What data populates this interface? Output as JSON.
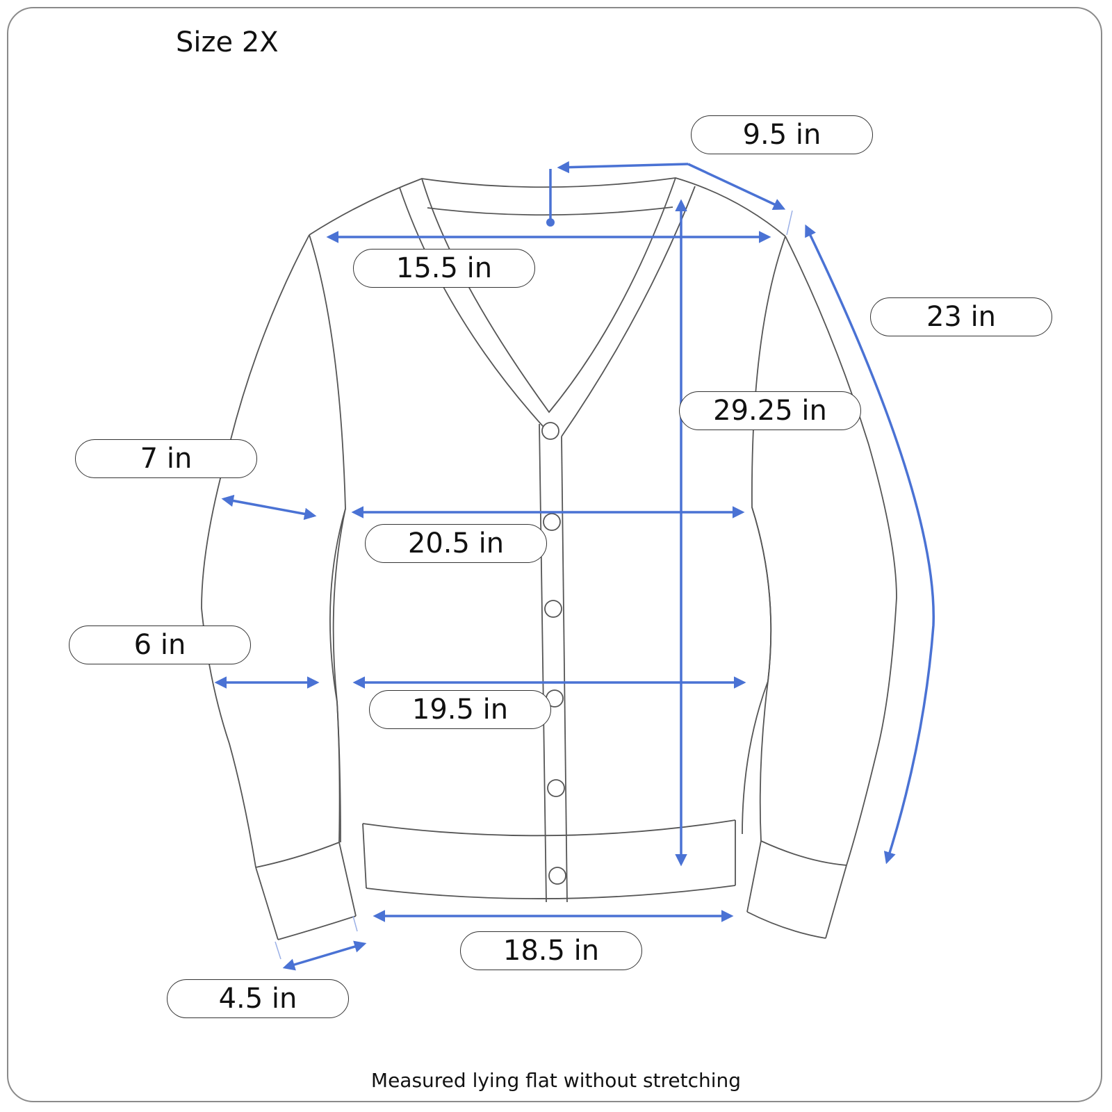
{
  "title": "Size 2X",
  "footer": "Measured lying flat without stretching",
  "colors": {
    "measure_line": "#4a72d4",
    "outline": "#555555"
  },
  "measurements": {
    "shoulder": "9.5 in",
    "chest_top": "15.5 in",
    "sleeve": "23 in",
    "length": "29.25 in",
    "bicep": "7 in",
    "chest": "20.5 in",
    "forearm": "6 in",
    "waist": "19.5 in",
    "hem": "18.5 in",
    "cuff": "4.5 in"
  }
}
